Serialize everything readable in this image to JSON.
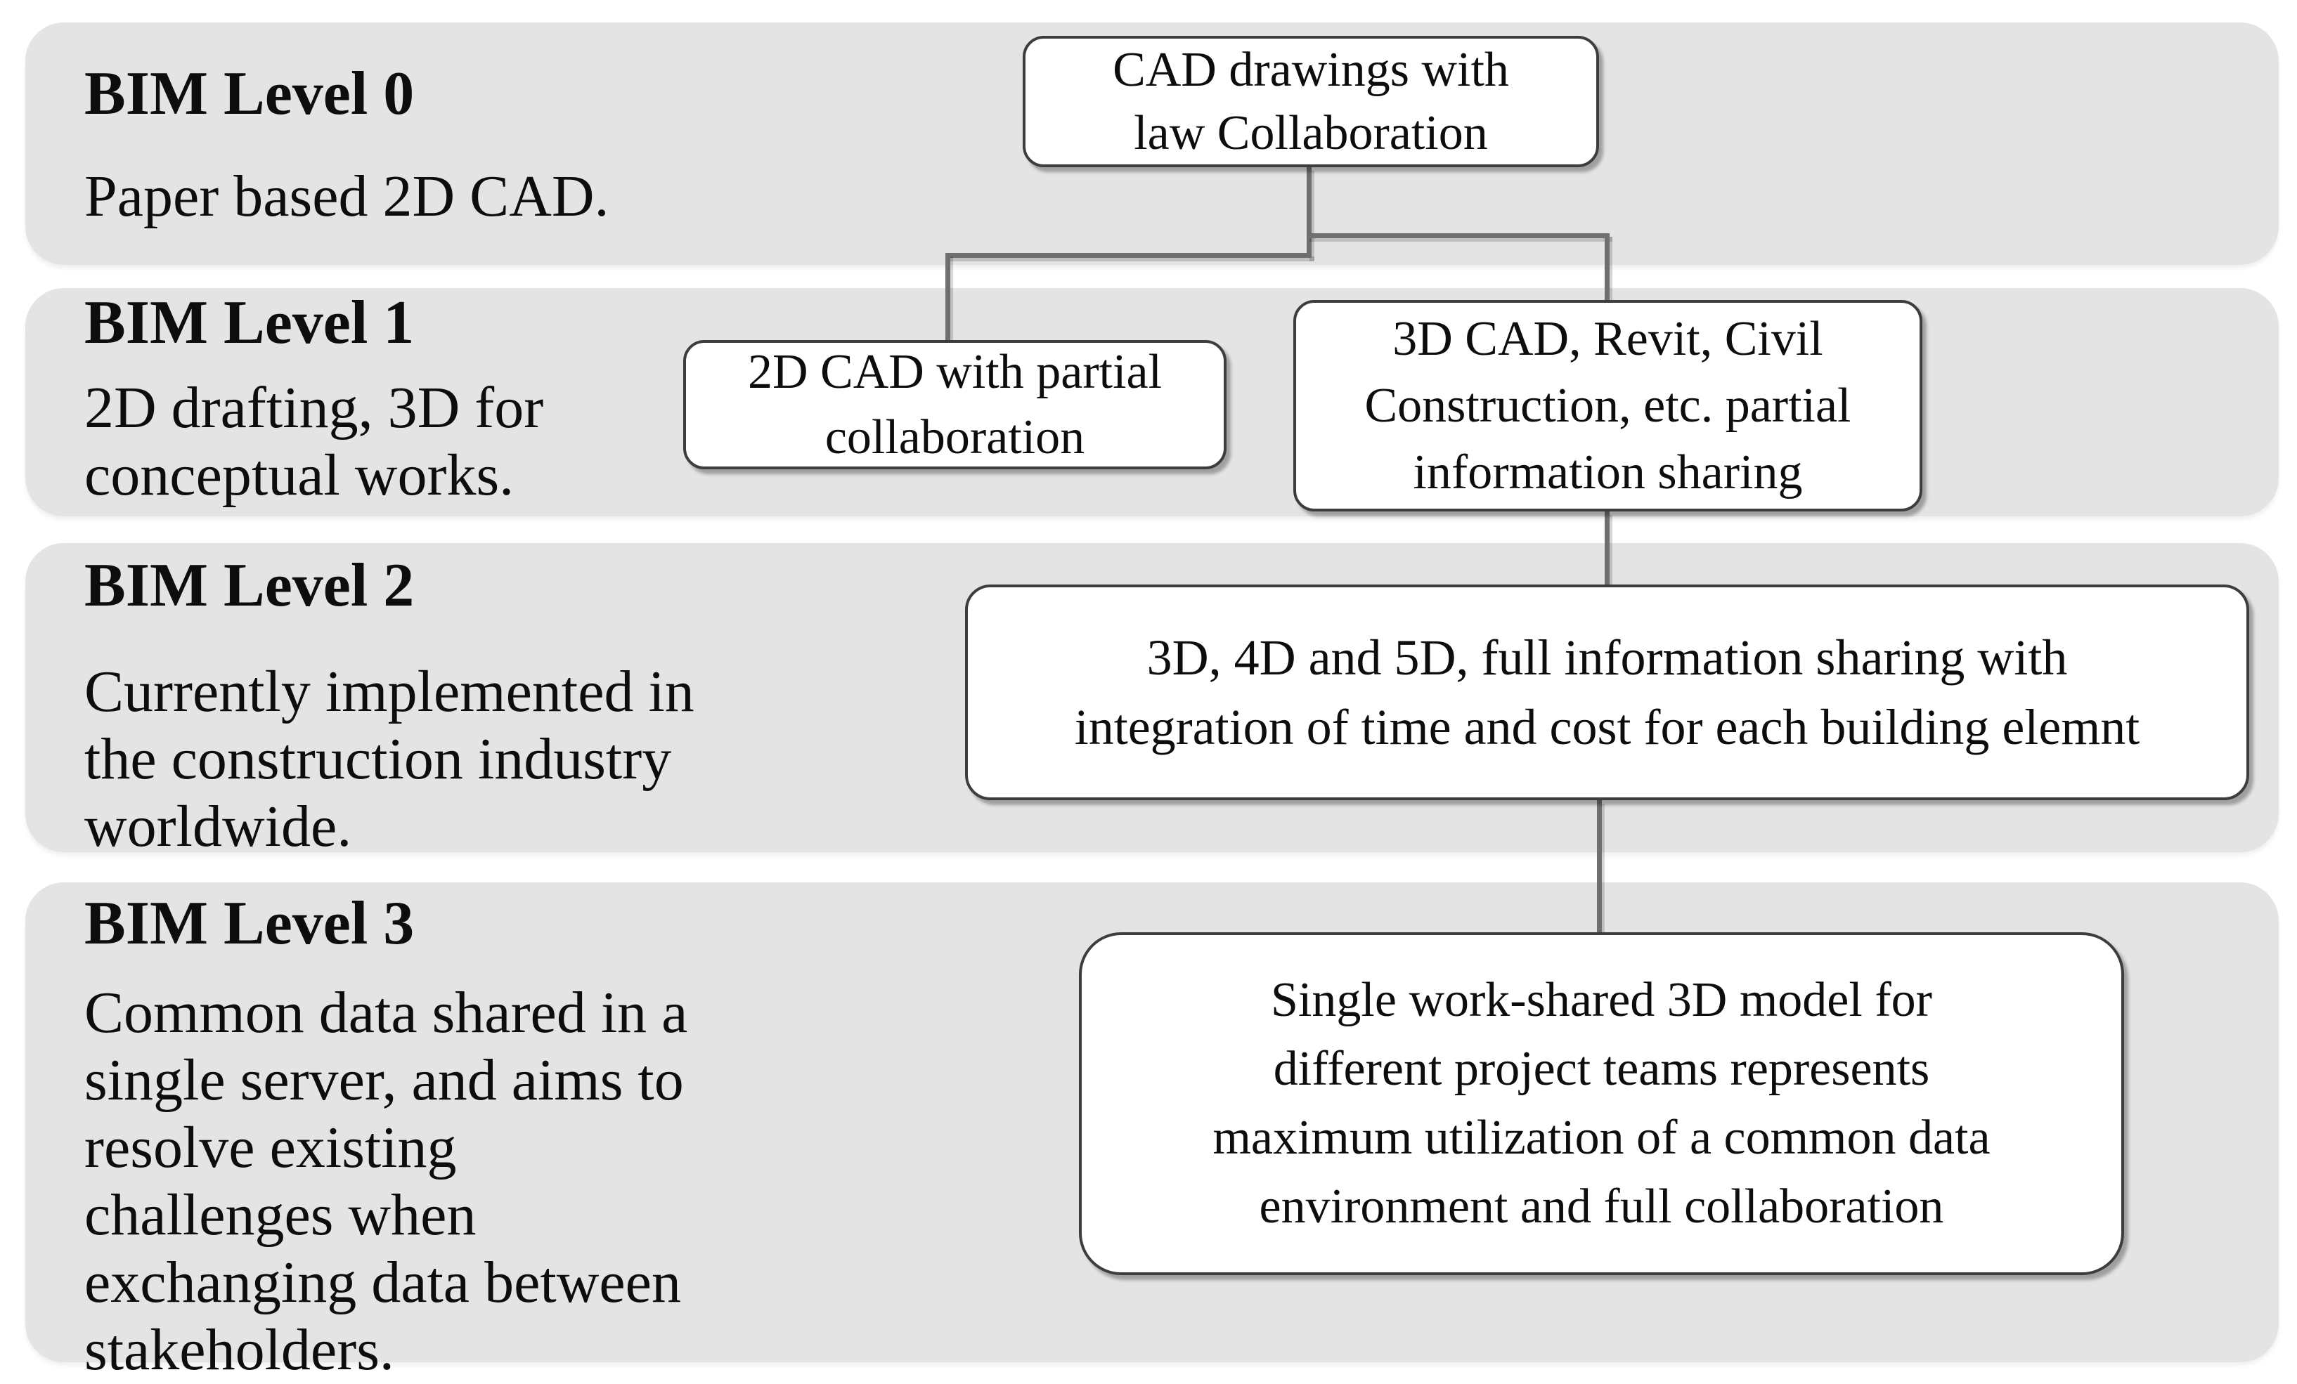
{
  "figure": {
    "band_fill": "#e4e4e4",
    "node_border": "#3d3d3d",
    "connector_color": "#6f6f6f",
    "text_color": "#0d0d0d"
  },
  "levels": [
    {
      "title": "BIM Level 0",
      "body": "Paper based 2D CAD."
    },
    {
      "title": "BIM Level 1",
      "body": "2D drafting, 3D for\nconceptual works."
    },
    {
      "title": "BIM Level 2",
      "body": "Currently implemented in\nthe construction industry\nworldwide."
    },
    {
      "title": "BIM Level 3",
      "body": "Common data shared in a\nsingle server, and aims to\nresolve existing\nchallenges when\nexchanging data between\nstakeholders."
    }
  ],
  "nodes": {
    "root": "CAD drawings with\nlaw Collaboration",
    "level1_left": "2D CAD with partial\ncollaboration",
    "level1_right": "3D CAD, Revit, Civil\nConstruction, etc. partial\ninformation sharing",
    "level2": "3D, 4D and 5D, full information sharing with\nintegration of time and cost for each building elemnt",
    "level3": "Single work-shared 3D model for\ndifferent project teams represents\nmaximum utilization of a common data\nenvironment and full collaboration"
  }
}
